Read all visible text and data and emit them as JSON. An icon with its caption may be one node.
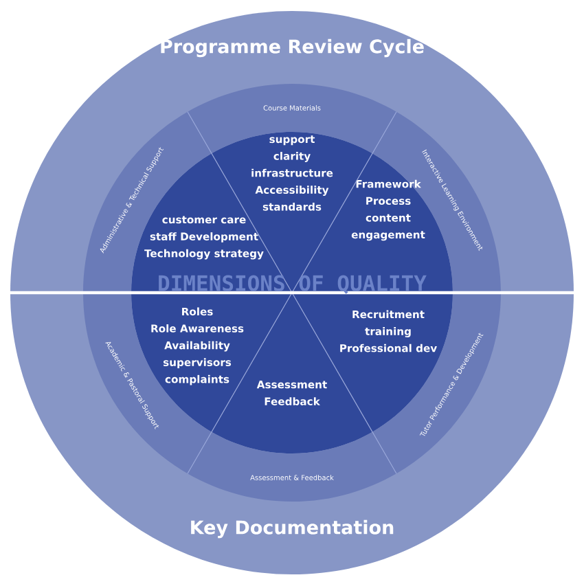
{
  "diagram": {
    "nodes": [
      {
        "text": [
          "Course Materials",
          "support",
          "clarity",
          "infrastructure",
          "Accessibility",
          "standards"
        ]
      },
      {
        "text": [
          "Interactive Learning Environment",
          "Framework",
          "Process",
          "content",
          "engagement"
        ]
      },
      {
        "text": [
          "Recruitment",
          "training",
          "Professional dev",
          "Tutor Performance & Development"
        ]
      },
      {
        "text": [
          "Assessment",
          "Feedback",
          "Assessment & Feedback"
        ]
      },
      {
        "text": [
          "Roles",
          "Role Awareness",
          "Availability",
          "supervisors",
          "complaints",
          "Academic & Pastoral Support"
        ]
      },
      {
        "text": [
          "Administrative & Technical Support",
          "customer care",
          "staff Development",
          "Technology strategy"
        ]
      }
    ],
    "labels": [
      "Programme Review Cycle",
      "DIMENSIONS OF QUALITY",
      "Key Documentation"
    ]
  }
}
